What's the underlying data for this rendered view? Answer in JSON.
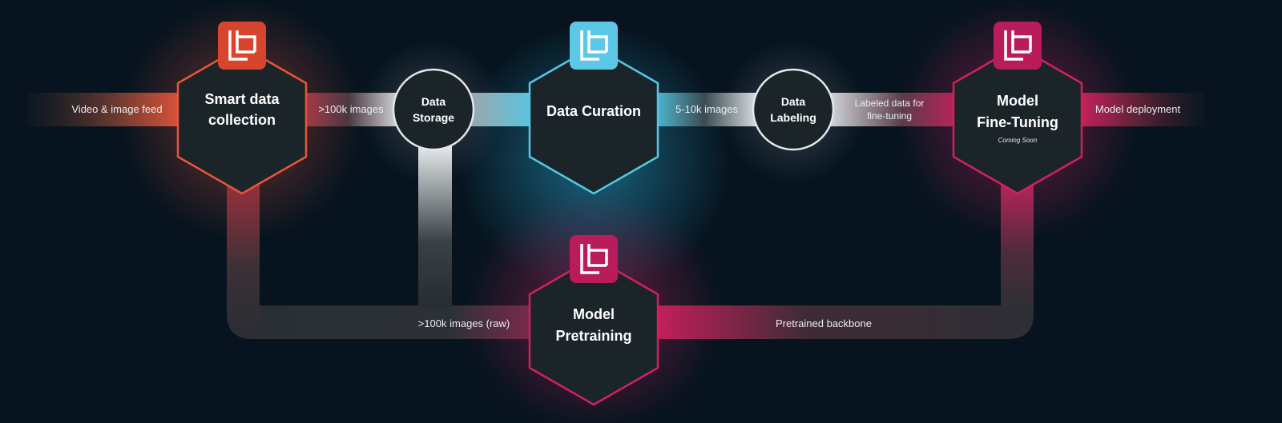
{
  "diagram": {
    "input_label": "Video & image feed",
    "output_label": "Model deployment",
    "nodes": {
      "smart_collection": {
        "line1": "Smart data",
        "line2": "collection",
        "color": "#e8553a"
      },
      "data_storage": {
        "line1": "Data",
        "line2": "Storage"
      },
      "data_curation": {
        "line1": "Data Curation",
        "color": "#4fc3e0"
      },
      "data_labeling": {
        "line1": "Data",
        "line2": "Labeling"
      },
      "fine_tuning": {
        "line1": "Model",
        "line2": "Fine-Tuning",
        "note": "Coming Soon",
        "color": "#d0215f"
      },
      "pretraining": {
        "line1": "Model",
        "line2": "Pretraining",
        "color": "#d0215f"
      }
    },
    "edges": {
      "collection_to_storage": ">100k images",
      "curation_to_labeling": "5-10k images",
      "labeling_to_finetune_1": "Labeled data for",
      "labeling_to_finetune_2": "fine-tuning",
      "storage_to_pretraining": ">100k images (raw)",
      "pretraining_to_finetune": "Pretrained backbone"
    },
    "icon": "lightly-logo-icon",
    "colors": {
      "background": "#07141f",
      "node_fill": "#1b2428",
      "orange": "#e8553a",
      "cyan": "#4fc3e0",
      "magenta": "#d0215f"
    }
  }
}
